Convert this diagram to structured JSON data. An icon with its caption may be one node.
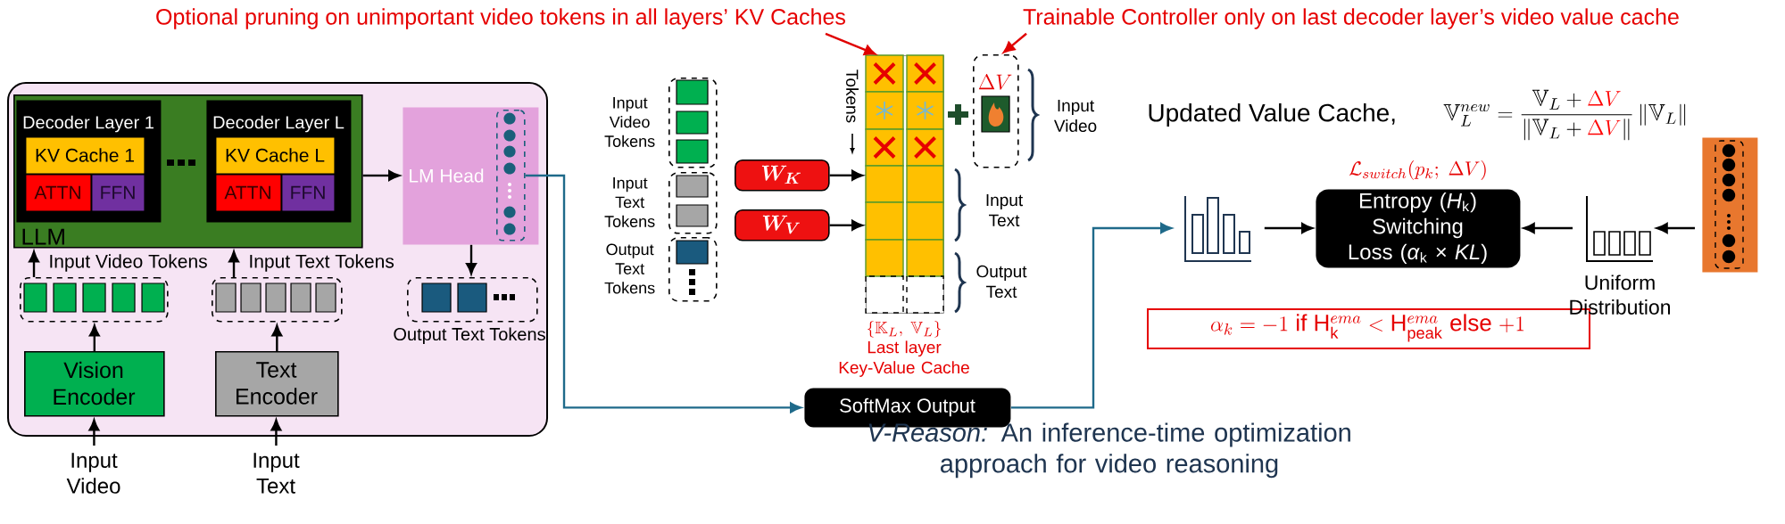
{
  "diagram": {
    "nodes": [
      {
        "text": [],
        "shape": "box"
      },
      {
        "text": [
          "LLM"
        ],
        "in": 0
      },
      {
        "text": [
          "Decoder Layer 1"
        ],
        "in": 1
      },
      {
        "text": [
          "KV Cache 1"
        ],
        "in": 2
      },
      {
        "text": [
          "ATTN"
        ],
        "in": 2
      },
      {
        "text": [
          "FFN"
        ],
        "in": 2
      },
      {
        "text": [
          "Decoder Layer L"
        ],
        "in": 1
      },
      {
        "text": [
          "KV Cache L"
        ],
        "in": 6
      },
      {
        "text": [
          "ATTN"
        ],
        "in": 6
      },
      {
        "text": [
          "FFN"
        ],
        "in": 6
      },
      {
        "text": [
          "LM Head"
        ],
        "in": 0
      },
      {
        "text": [],
        "shape": "box",
        "in": 10
      },
      {
        "text": [],
        "shape": "box",
        "in": 0
      },
      {
        "text": [],
        "shape": "box",
        "in": 0
      },
      {
        "text": [
          "Output Text Tokens"
        ],
        "in": 0
      },
      {
        "text": [
          "Vision Encoder"
        ],
        "in": 0
      },
      {
        "text": [
          "Text Encoder"
        ],
        "in": 0
      },
      {
        "text": [
          "Input Video"
        ]
      },
      {
        "text": [
          "Input Text"
        ]
      },
      {
        "text": [
          "Input Video Tokens"
        ]
      },
      {
        "text": [
          "Input Text Tokens"
        ]
      },
      {
        "text": [
          "Output Text Tokens"
        ]
      },
      {
        "text": [
          "\\boldsymbol{W_K}"
        ]
      },
      {
        "text": [
          "\\boldsymbol{W_V}"
        ]
      },
      {
        "text": [],
        "shape": "box",
        "beside": [
          "\\{\\mathbb{K}_L,\\ \\mathbb{V}_L\\}",
          "Last layer Key-Value Cache"
        ]
      },
      {
        "text": [
          "\\Delta V"
        ]
      },
      {
        "text": [
          "Optional pruning on unimportant video tokens in all layers’ KV Caches"
        ]
      },
      {
        "text": [
          "Trainable Controller only on last decoder layer’s video value cache"
        ]
      },
      {
        "text": [],
        "shape": "picture"
      },
      {
        "text": [
          "Entropy (*H*$_{k}$) Switching Loss (*α*$_{k}$ × *KL*)"
        ],
        "beside": [
          "\\mathcal{L}_{switch}(p_k;\\ \\Delta V)"
        ]
      },
      {
        "text": [],
        "shape": "picture"
      },
      {
        "text": [],
        "shape": "box"
      },
      {
        "text": [
          "SoftMax Output"
        ]
      },
      {
        "text": [
          "\\alpha_k = -1 \\text{ if } \\mathrm{H}_{\\mathrm{k}}^{ema} < \\mathrm{H}_{\\mathrm{peak}}^{ema} \\text{ else } {+1}"
        ]
      }
    ],
    "edges": [
      {
        "from": 15,
        "to": 12,
        "arrow": "to"
      },
      {
        "from": 16,
        "to": 13,
        "arrow": "to"
      },
      {
        "from": 17,
        "to": 15,
        "arrow": "to"
      },
      {
        "from": 18,
        "to": 16,
        "arrow": "to"
      },
      {
        "from": 12,
        "to": 1,
        "arrow": "to",
        "label": "Input Video Tokens"
      },
      {
        "from": 13,
        "to": 1,
        "arrow": "to",
        "label": "Input Text Tokens"
      },
      {
        "from": 1,
        "to": 10,
        "arrow": "to"
      },
      {
        "from": 10,
        "to": 14,
        "arrow": "to"
      },
      {
        "from": 11,
        "to": 32,
        "arrow": "to",
        "color": "#1f6a8a"
      },
      {
        "from": 32,
        "to": 28,
        "arrow": "to",
        "color": "#1f6a8a"
      },
      {
        "from": 22,
        "to": 24,
        "arrow": "to"
      },
      {
        "from": 23,
        "to": 24,
        "arrow": "to"
      },
      {
        "from": 26,
        "to": 24,
        "arrow": "to",
        "color": "#e00000"
      },
      {
        "from": 27,
        "to": 25,
        "arrow": "to",
        "color": "#e00000"
      },
      {
        "from": 28,
        "to": 29,
        "arrow": "to"
      },
      {
        "from": 30,
        "to": 29,
        "arrow": "to"
      },
      {
        "from": 31,
        "to": 30,
        "arrow": "to"
      }
    ],
    "labels": [
      "Tokens",
      "Input Video",
      "Input Text",
      "Output Text",
      "Updated Value Cache,",
      "\\mathbb{V}_L^{new} = \\frac{\\mathbb{V}_L+{\\color{red}\\Delta V}}{\\|\\mathbb{V}_L+{\\color{red}\\Delta V}\\|}\\,\\|\\mathbb{V}_L\\|",
      "Uniform Distribution"
    ],
    "caption": "*V-Reason:* An inference-time optimization approach for video reasoning"
  }
}
